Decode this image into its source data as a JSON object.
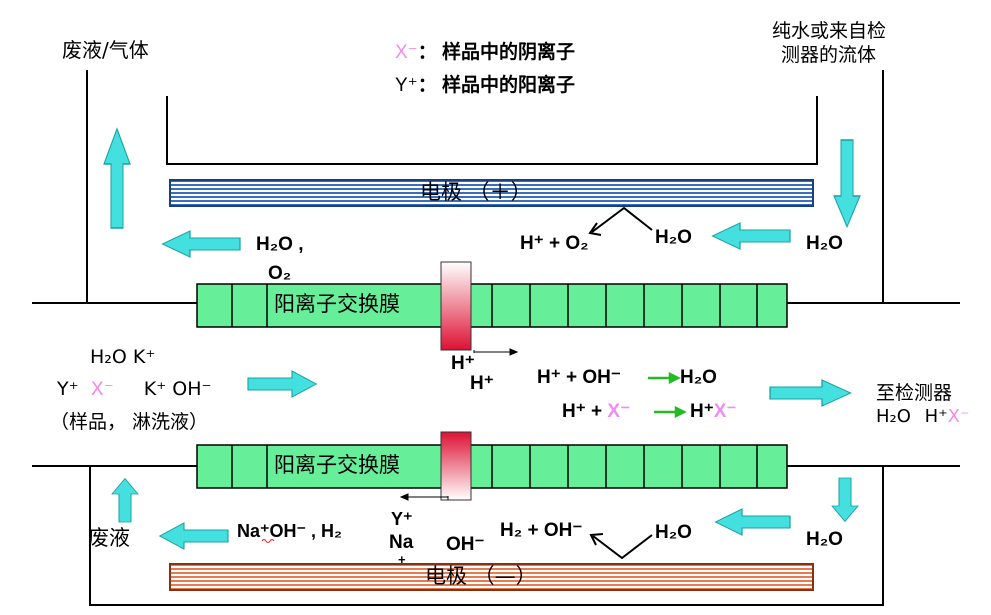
{
  "labels": {
    "waste_gas": "废液/气体",
    "x_minus_sym": "X⁻",
    "x_minus_desc": "：  样品中的阴离子",
    "y_plus_sym": "Y⁺",
    "y_plus_desc": "：  样品中的阳离子",
    "pure_water_line1": "纯水或来自检",
    "pure_water_line2": "测器的流体",
    "electrode_pos": "电极 （＋）",
    "electrode_neg": "电极 （—）",
    "membrane_top": "阳离子交换膜",
    "membrane_bottom": "阳离子交换膜",
    "to_detector": "至检测器",
    "waste_liquid": "废液",
    "sample_line1": "H₂O   K⁺",
    "sample_line2_a": "Y⁺",
    "sample_line2_b": "X⁻",
    "sample_line2_c": "K⁺  OH⁻",
    "sample_line3": "（样品， 淋洗液）"
  },
  "reactions": {
    "h2o_o2_a": "H₂O ,",
    "h2o_o2_b": "O₂",
    "anode_product": "H⁺ + O₂",
    "anode_h2o": "H₂O",
    "top_right_h2o": "H₂O",
    "h_plus_1": "H⁺",
    "h_plus_2": "H⁺",
    "neutral_left": "H⁺ + OH⁻",
    "neutral_arrow": "→",
    "neutral_right": "H₂O",
    "acid_left_a": "H⁺  +",
    "acid_left_b": "X⁻",
    "acid_arrow": "→",
    "acid_right_a": "H⁺",
    "acid_right_b": "X⁻",
    "detector_h2o": "H₂O",
    "detector_hx_a": "H⁺",
    "detector_hx_b": "X⁻",
    "cathode_waste": "Na⁺OH⁻ , H₂",
    "y_plus_bottom": "Y⁺",
    "na_plus": "Na",
    "plus_small": "+",
    "oh_minus": "OH⁻",
    "cathode_product": "H₂ + OH⁻",
    "cathode_h2o": "H₂O",
    "bottom_right_h2o": "H₂O"
  },
  "colors": {
    "membrane": "#66ee99",
    "anode": "#3a6fc0",
    "cathode": "#e87a50",
    "flow_arrow": "#33dddd",
    "ion_pink": "#f08cf0",
    "green_arrow": "#22bb22"
  }
}
